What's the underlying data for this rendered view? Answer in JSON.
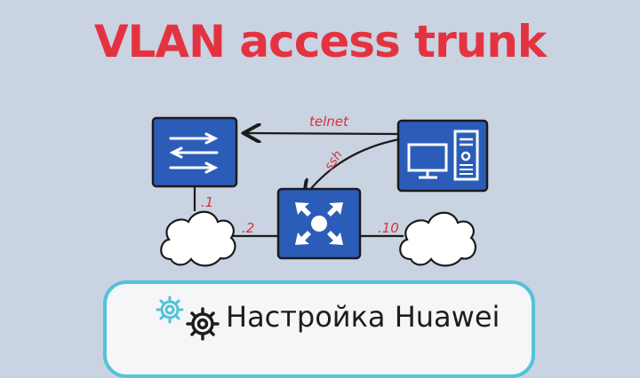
{
  "title": "VLAN access trunk",
  "subtitle": "Настройка Huawei",
  "links": {
    "telnet": "telnet",
    "ssh": "ssh",
    "ip_1": ".1",
    "ip_2": ".2",
    "ip_10": ".10"
  },
  "icons": [
    "switch-icon",
    "router-icon",
    "computer-icon",
    "cloud-icon",
    "gear-icon"
  ],
  "colors": {
    "background": "#c9d3e2",
    "title": "#e43340",
    "device": "#2b5db8",
    "accent": "#54c2d8",
    "label": "#d8303a"
  }
}
